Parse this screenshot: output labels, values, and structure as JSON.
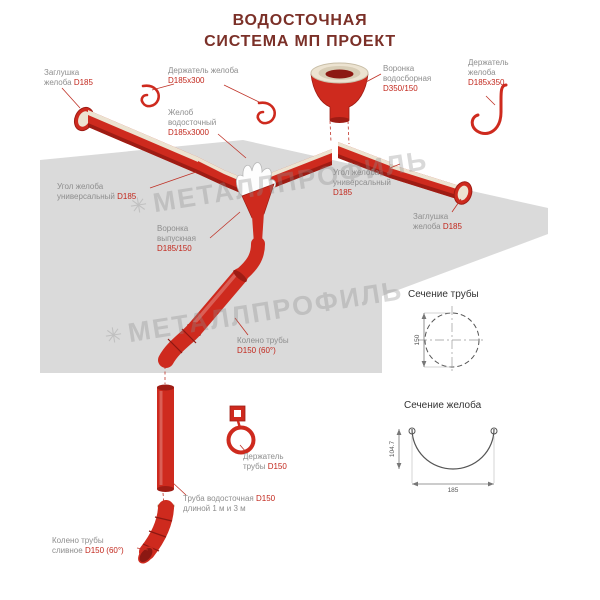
{
  "title": {
    "line1": "ВОДОСТОЧНАЯ",
    "line2": "СИСТЕМА МП ПРОЕКТ"
  },
  "watermark": {
    "symbol": "✳",
    "text": "МЕТАЛЛПРОФИЛЬ"
  },
  "colors": {
    "component_red": "#ce2a1e",
    "dark_red": "#9e1c14",
    "cream": "#ece3d1",
    "roof_gray": "#dadada",
    "title_color": "#7b3028",
    "dimension_red": "#c2271c"
  },
  "labels": {
    "cap_left": {
      "name": "Заглушка желоба",
      "dim": "D185"
    },
    "holder_top": {
      "name": "Держатель желоба",
      "dim": "D185х300"
    },
    "collect_funnel": {
      "name": "Воронка водосборная",
      "dim": "D350/150"
    },
    "holder_right": {
      "name": "Держатель желоба",
      "dim": "D185х350"
    },
    "gutter": {
      "name": "Желоб водосточный",
      "dim": "D185х3000"
    },
    "corner_left": {
      "name": "Угол желоба универсальный",
      "dim": "D185"
    },
    "corner_right": {
      "name": "Угол желоба универсальный",
      "dim": "D185"
    },
    "cap_right": {
      "name": "Заглушка желоба",
      "dim": "D185"
    },
    "outlet_funnel": {
      "name": "Воронка выпускная",
      "dim": "D185/150"
    },
    "elbow": {
      "name": "Колено трубы",
      "dim": "D150 (60°)"
    },
    "pipe_holder": {
      "name": "Держатель трубы",
      "dim": "D150"
    },
    "pipe": {
      "name": "Труба водосточная",
      "dim": "D150",
      "tail": "длиной 1 м и 3 м"
    },
    "drain_elbow": {
      "name": "Колено трубы сливное",
      "dim": "D150 (60°)"
    }
  },
  "sections": {
    "pipe": {
      "title": "Сечение трубы",
      "diameter": "150"
    },
    "gutter": {
      "title": "Сечение желоба",
      "width": "185",
      "depth": "104.7"
    }
  }
}
